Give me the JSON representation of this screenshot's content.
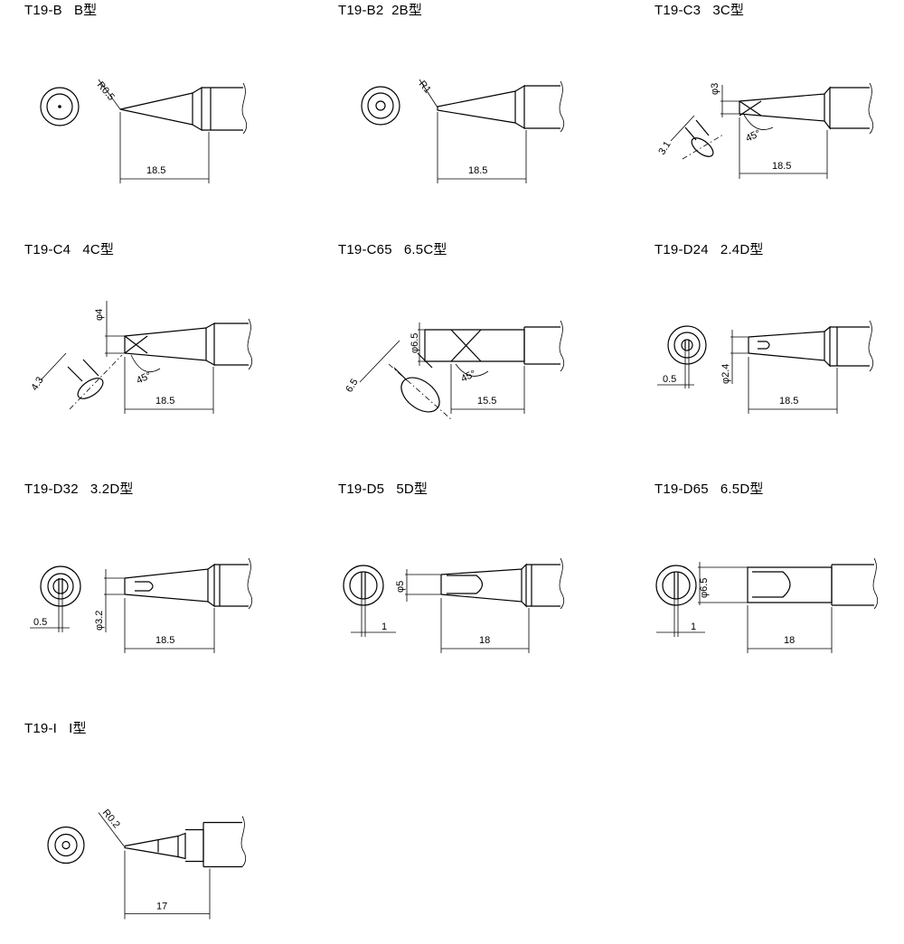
{
  "tips": [
    {
      "model": "T19-B",
      "type": "B型",
      "dims": {
        "radius": "R0.5",
        "length": "18.5"
      }
    },
    {
      "model": "T19-B2",
      "type": "2B型",
      "dims": {
        "radius": "R1",
        "length": "18.5"
      }
    },
    {
      "model": "T19-C3",
      "type": "3C型",
      "dims": {
        "diameter": "φ3",
        "face": "3.1",
        "angle": "45°",
        "length": "18.5"
      }
    },
    {
      "model": "T19-C4",
      "type": "4C型",
      "dims": {
        "diameter": "φ4",
        "face": "4.3",
        "angle": "45°",
        "length": "18.5"
      }
    },
    {
      "model": "T19-C65",
      "type": "6.5C型",
      "dims": {
        "diameter": "φ6.5",
        "face": "6.5",
        "angle": "45°",
        "length": "15.5"
      }
    },
    {
      "model": "T19-D24",
      "type": "2.4D型",
      "dims": {
        "diameter": "φ2.4",
        "thickness": "0.5",
        "length": "18.5"
      }
    },
    {
      "model": "T19-D32",
      "type": "3.2D型",
      "dims": {
        "diameter": "φ3.2",
        "thickness": "0.5",
        "length": "18.5"
      }
    },
    {
      "model": "T19-D5",
      "type": "5D型",
      "dims": {
        "diameter": "φ5",
        "thickness": "1",
        "length": "18"
      }
    },
    {
      "model": "T19-D65",
      "type": "6.5D型",
      "dims": {
        "diameter": "φ6.5",
        "thickness": "1",
        "length": "18"
      }
    },
    {
      "model": "T19-I",
      "type": "I型",
      "dims": {
        "radius": "R0.2",
        "length": "17"
      }
    }
  ]
}
